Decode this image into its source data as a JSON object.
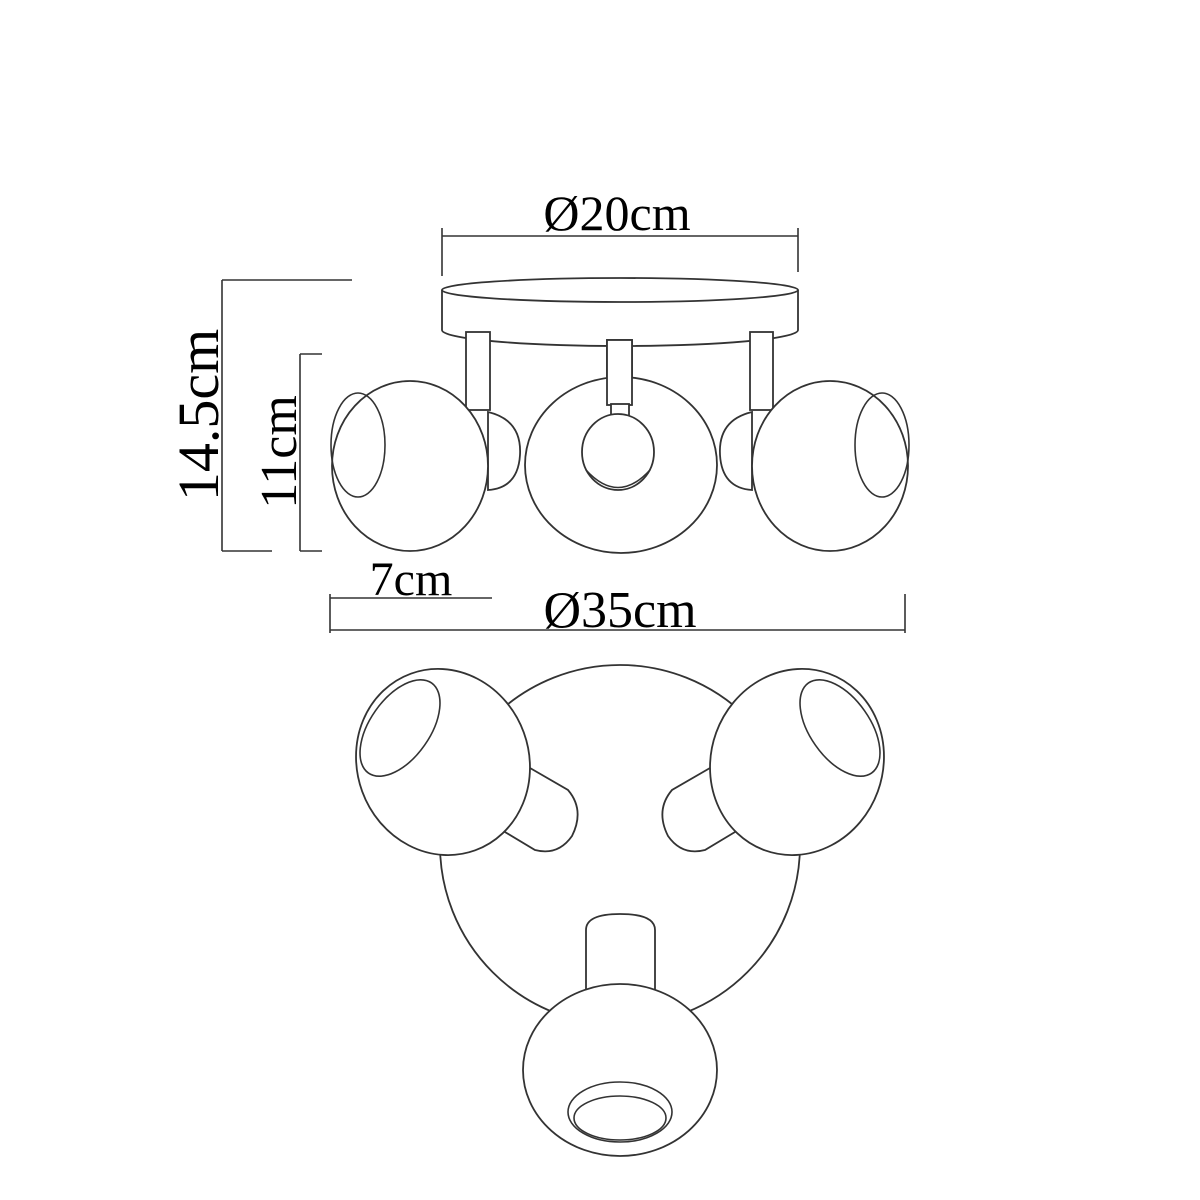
{
  "dimensions": {
    "canopy_diameter": "Ø20cm",
    "total_height": "14.5cm",
    "globe_height": "11cm",
    "globe_depth": "7cm",
    "total_diameter": "Ø35cm"
  },
  "colors": {
    "line": "#333333",
    "background": "#ffffff"
  }
}
